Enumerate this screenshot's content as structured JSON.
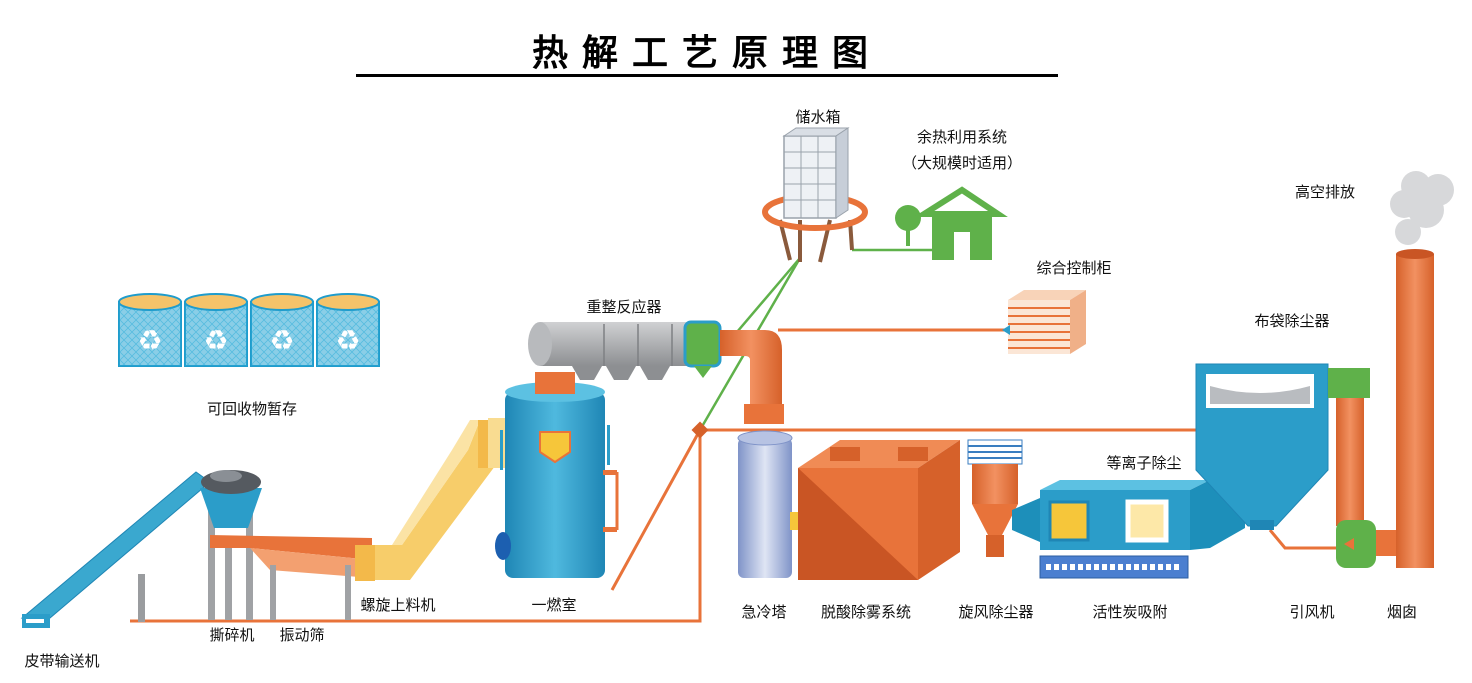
{
  "title": "热解工艺原理图",
  "labels": {
    "storage_tank": "储水箱",
    "heat_recovery_line1": "余热利用系统",
    "heat_recovery_line2": "（大规模时适用）",
    "high_altitude_emission": "高空排放",
    "control_cabinet": "综合控制柜",
    "reforming_reactor": "重整反应器",
    "bag_filter": "布袋除尘器",
    "recyclables_storage": "可回收物暂存",
    "plasma_dust_removal": "等离子除尘",
    "screw_feeder": "螺旋上料机",
    "primary_combustion": "一燃室",
    "quench_tower": "急冷塔",
    "deacidification": "脱酸除雾系统",
    "cyclone": "旋风除尘器",
    "activated_carbon": "活性炭吸附",
    "induced_fan": "引风机",
    "chimney": "烟囱",
    "shredder": "撕碎机",
    "vibrating_screen": "振动筛",
    "belt_conveyor": "皮带输送机"
  },
  "colors": {
    "pipe_orange": "#e8733a",
    "vessel_blue": "#2b9dc9",
    "signal_green": "#5fb14a",
    "feeder_yellow": "#f7cd6a",
    "reactor_gray": "#a7a9ac"
  }
}
